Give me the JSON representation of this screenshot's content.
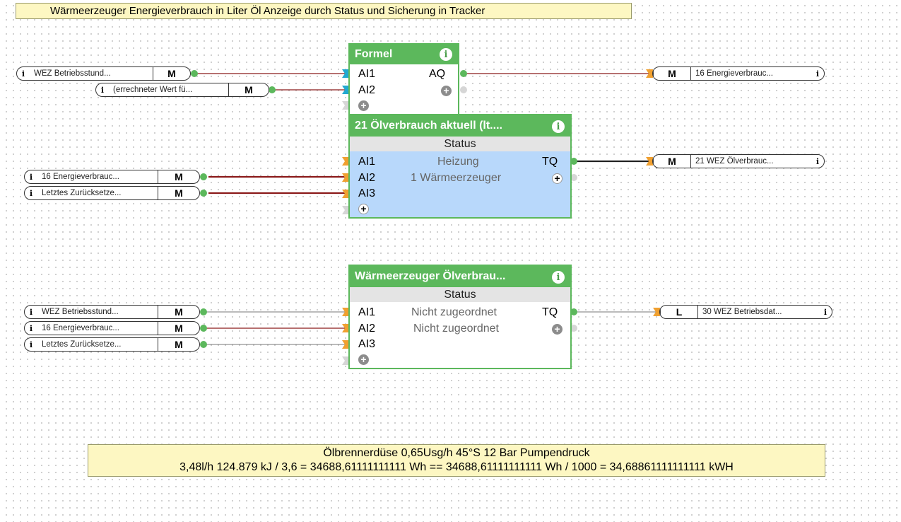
{
  "title_comment": "Wärmeerzeuger Energieverbrauch in Liter Öl Anzeige durch Status und Sicherung in Tracker",
  "note": {
    "line1": "Ölbrennerdüse 0,65Usg/h 45°S 12 Bar Pumpendruck",
    "line2": "3,48l/h 124.879 kJ / 3,6 = 34688,61111111111 Wh == 34688,61111111111 Wh / 1000 = 34,68861111111111 kWH"
  },
  "blocks": {
    "formel": {
      "title": "Formel",
      "inputs": [
        "AI1",
        "AI2"
      ],
      "outputs": [
        "AQ"
      ]
    },
    "status1": {
      "title": "21 Ölverbrauch aktuell (lt....",
      "status_header": "Status",
      "inputs": [
        "AI1",
        "AI2",
        "AI3"
      ],
      "status_lines": [
        "Heizung",
        "1 Wärmeerzeuger"
      ],
      "outputs": [
        "TQ"
      ]
    },
    "status2": {
      "title": "Wärmeerzeuger Ölverbrau...",
      "status_header": "Status",
      "inputs": [
        "AI1",
        "AI2",
        "AI3"
      ],
      "status_lines": [
        "Nicht zugeordnet",
        "Nicht zugeordnet"
      ],
      "outputs": [
        "TQ"
      ]
    }
  },
  "refs": {
    "in_formel_1": {
      "text": "WEZ Betriebsstund...",
      "type": "M"
    },
    "in_formel_2": {
      "text": "(errechneter Wert fü...",
      "type": "M"
    },
    "out_formel": {
      "text": "16 Energieverbrauc...",
      "type": "M"
    },
    "in_status1_2": {
      "text": "16 Energieverbrauc...",
      "type": "M"
    },
    "in_status1_3": {
      "text": "Letztes Zurücksetze...",
      "type": "M"
    },
    "out_status1": {
      "text": "21 WEZ Ölverbrauc...",
      "type": "M"
    },
    "in_status2_1": {
      "text": "WEZ Betriebsstund...",
      "type": "M"
    },
    "in_status2_2": {
      "text": "16 Energieverbrauc...",
      "type": "M"
    },
    "in_status2_3": {
      "text": "Letztes Zurücksetze...",
      "type": "M"
    },
    "out_status2": {
      "text": "30 WEZ Betriebsdat...",
      "type": "L"
    }
  },
  "colors": {
    "block_green": "#5cb85c",
    "selected_blue": "#b8d8fb",
    "wire_dark_red": "#8b1a1a",
    "wire_black": "#222222",
    "wire_gray": "#888888",
    "comment_yellow": "#fdf7c2",
    "pin_orange": "#f0a030",
    "pin_cyan": "#21a8d0"
  }
}
